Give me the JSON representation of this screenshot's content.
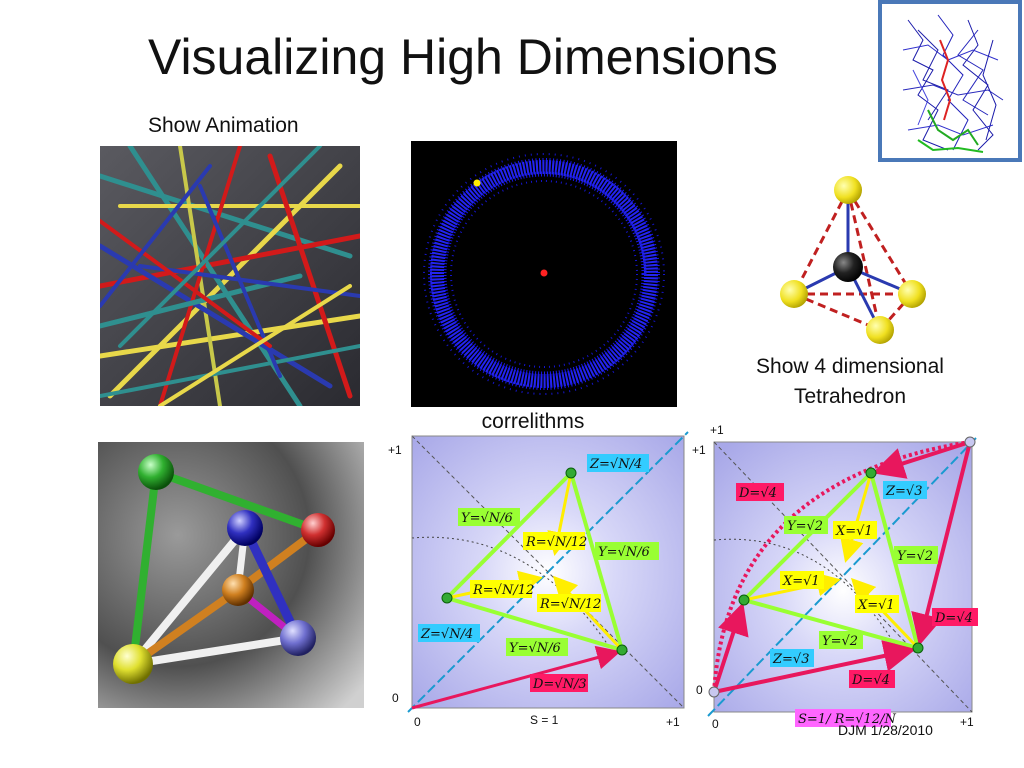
{
  "slide": {
    "title": "Visualizing High Dimensions",
    "show_animation": "Show Animation",
    "tetrahedron_caption_line1": "Show 4 dimensional",
    "tetrahedron_caption_line2": "Tetrahedron",
    "correlithms_caption": "correlithms",
    "footer": "DJM 1/28/2010"
  },
  "diagram_left": {
    "y_top": "+1",
    "y_bottom": "0",
    "x_left": "0",
    "x_right": "+1",
    "x_mid": "S = 1",
    "labels": {
      "z_top": "Z=√N/4",
      "y_left": "Y=√N/6",
      "r_top": "R=√N/12",
      "y_right": "Y=√N/6",
      "r_left": "R=√N/12",
      "r_right": "R=√N/12",
      "z_left": "Z=√N/4",
      "y_bottom": "Y=√N/6",
      "d_bottom": "D=√N/3"
    }
  },
  "diagram_right": {
    "y_top_a": "+1",
    "y_top_b": "+1",
    "y_bottom": "0",
    "x_left": "0",
    "x_right": "+1",
    "formula": "S=1/ R=√12/N",
    "labels": {
      "d_top": "D=√4",
      "z_top": "Z=√3",
      "y_left": "Y=√2",
      "x_top": "X=√1",
      "y_right": "Y=√2",
      "x_left": "X=√1",
      "x_right": "X=√1",
      "d_right": "D=√4",
      "y_bottom": "Y=√2",
      "z_left": "Z=√3",
      "d_bottom": "D=√4"
    }
  },
  "colors": {
    "label_yellow": "#ffff00",
    "label_green": "#99ff33",
    "label_cyan": "#33ccff",
    "label_red": "#ff1a66",
    "label_magenta": "#ff66ff",
    "panel_bg": "#c8c8f0",
    "arrow_pink": "#e8175d"
  }
}
